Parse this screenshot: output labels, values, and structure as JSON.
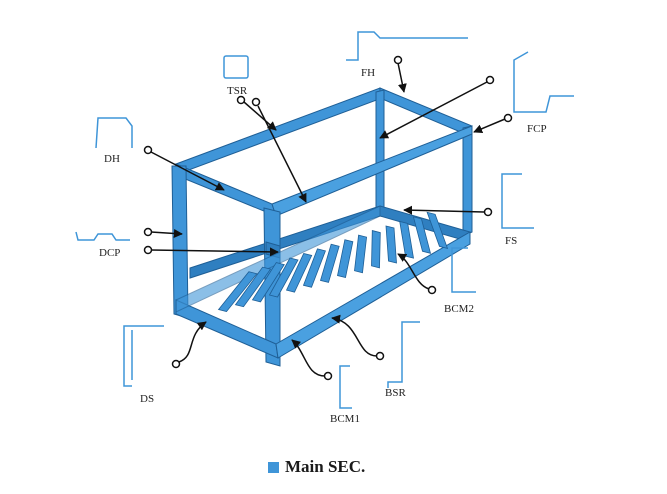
{
  "diagram": {
    "frame_color": "#3f95d8",
    "frame_dark": "#1f5f96",
    "frame_light": "#8fc3ee",
    "profile_color": "#3f95d8",
    "arrow_color": "#111111",
    "labels": {
      "fh": "FH",
      "tsr": "TSR",
      "fcp": "FCP",
      "dh": "DH",
      "fs": "FS",
      "dcp": "DCP",
      "bcm2": "BCM2",
      "bsr": "BSR",
      "ds": "DS",
      "bcm1": "BCM1"
    },
    "legend": {
      "label": "Main SEC.",
      "swatch_color": "#3f95d8"
    }
  }
}
